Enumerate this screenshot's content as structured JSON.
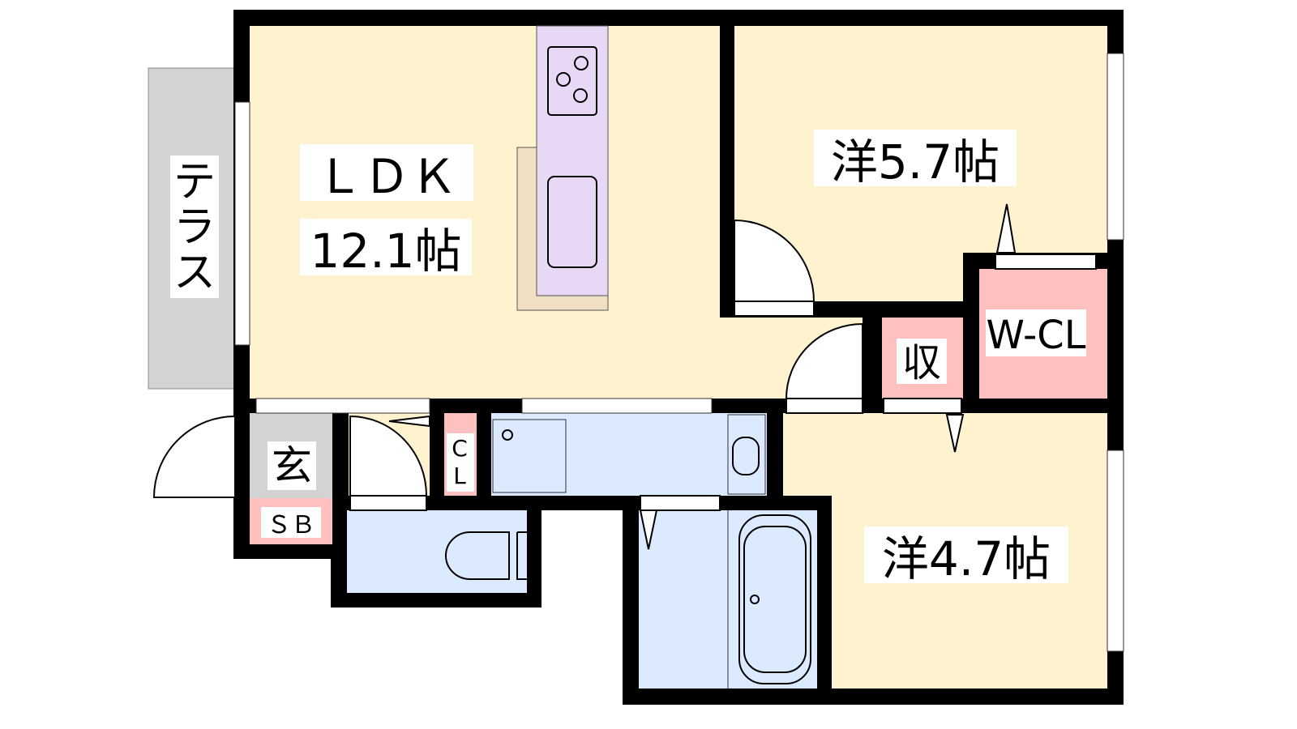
{
  "rooms": {
    "ldk_name": "ＬＤＫ",
    "ldk_size": "12.1帖",
    "bedroom1": "洋5.7帖",
    "bedroom2": "洋4.7帖",
    "walk_in_closet": "W-CL",
    "storage": "収",
    "entrance": "玄",
    "shoe_box": "ＳＢ",
    "closet_c": "C",
    "closet_l": "L",
    "terrace_1": "テ",
    "terrace_2": "ラ",
    "terrace_3": "ス"
  },
  "colors": {
    "wall": "#000000",
    "living": "#fff2cf",
    "wet": "#dbeaff",
    "storage": "#ffc0c0",
    "entrance": "#d3d3d3",
    "kitchen": "#e8d8f5",
    "kitchen_floor": "#f0dfc0"
  }
}
